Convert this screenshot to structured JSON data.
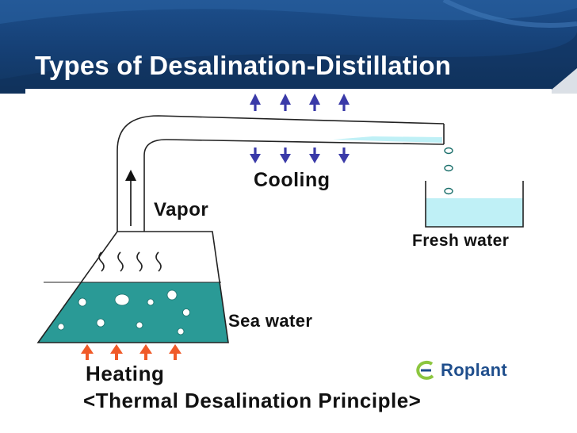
{
  "slide": {
    "title": "Types of Desalination-Distillation"
  },
  "diagram": {
    "labels": {
      "cooling": "Cooling",
      "vapor": "Vapor",
      "fresh_water": "Fresh water",
      "sea_water": "Sea water",
      "heating": "Heating"
    },
    "caption": "<Thermal Desalination Principle>",
    "logo_text": "Roplant"
  },
  "colors": {
    "header_blue": "#1d4f8c",
    "sea_water": "#2a9a96",
    "fresh_water": "#bff0f6",
    "cooling_arrows": "#3a3aa8",
    "heating_arrows": "#f05a28",
    "logo_green": "#8cc63f",
    "logo_blue": "#1f4e8c"
  },
  "icons": [
    "cooling-arrow-icon",
    "heating-arrow-icon",
    "vapor-arrow-icon",
    "steam-wave-icon",
    "logo-icon"
  ]
}
